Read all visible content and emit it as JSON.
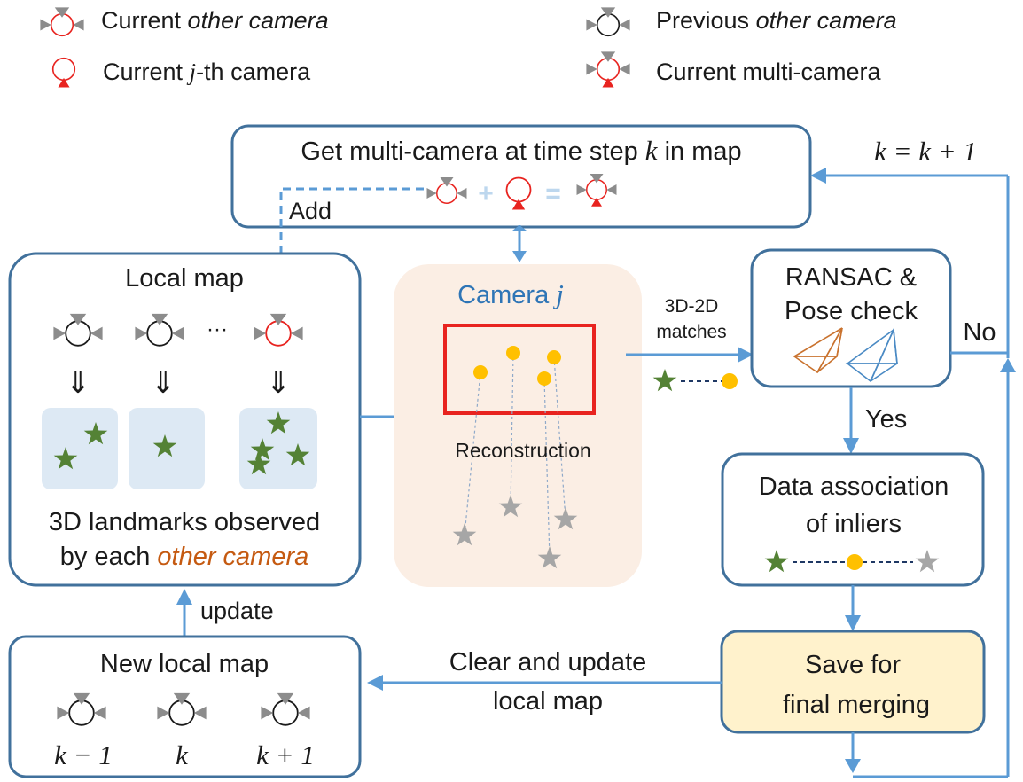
{
  "legend": {
    "current_other_prefix": "Current ",
    "current_other_italic": "other camera",
    "current_j_prefix": "Current ",
    "current_j_var": "j",
    "current_j_suffix": "-th camera",
    "previous_other_prefix": "Previous ",
    "previous_other_italic": "other camera",
    "current_multi": "Current multi-camera"
  },
  "top_box": {
    "title_prefix": "Get multi-camera at time step ",
    "title_var": "k",
    "title_suffix": " in map",
    "add_label": "Add"
  },
  "increment_label": "k = k + 1",
  "local_map": {
    "title": "Local map",
    "ellipsis": "···",
    "arrow_glyph": "⇓",
    "desc_line1": "3D landmarks observed",
    "desc_line2_prefix": "by each ",
    "desc_line2_italic": "other camera"
  },
  "camera_panel": {
    "title_prefix": "Camera ",
    "title_var": "j",
    "reconstruction_label": "Reconstruction"
  },
  "matches_label": {
    "line1": "3D-2D",
    "line2": "matches"
  },
  "ransac_box": {
    "line1": "RANSAC &",
    "line2": "Pose check"
  },
  "no_label": "No",
  "yes_label": "Yes",
  "data_assoc_box": {
    "line1": "Data association",
    "line2": "of inliers"
  },
  "save_box": {
    "line1": "Save for",
    "line2": "final merging"
  },
  "clear_label": {
    "line1": "Clear and update",
    "line2": "local map"
  },
  "update_label": "update",
  "new_local_map": {
    "title": "New local map",
    "labels": [
      "k − 1",
      "k",
      "k + 1"
    ]
  },
  "colors": {
    "box_border": "#41719c",
    "arrow": "#5b9bd5",
    "camera_text": "#2e75b6",
    "orange_text": "#c55a11",
    "red": "#e8231f",
    "gray": "#8c8c8c",
    "green": "#548235",
    "yellow": "#ffc000",
    "panel_fill": "#fbeee4",
    "star_panel_fill": "#dde9f4",
    "save_fill": "#fff2cc",
    "frustum_orange": "#c9722e",
    "frustum_blue": "#4a8ac4"
  }
}
